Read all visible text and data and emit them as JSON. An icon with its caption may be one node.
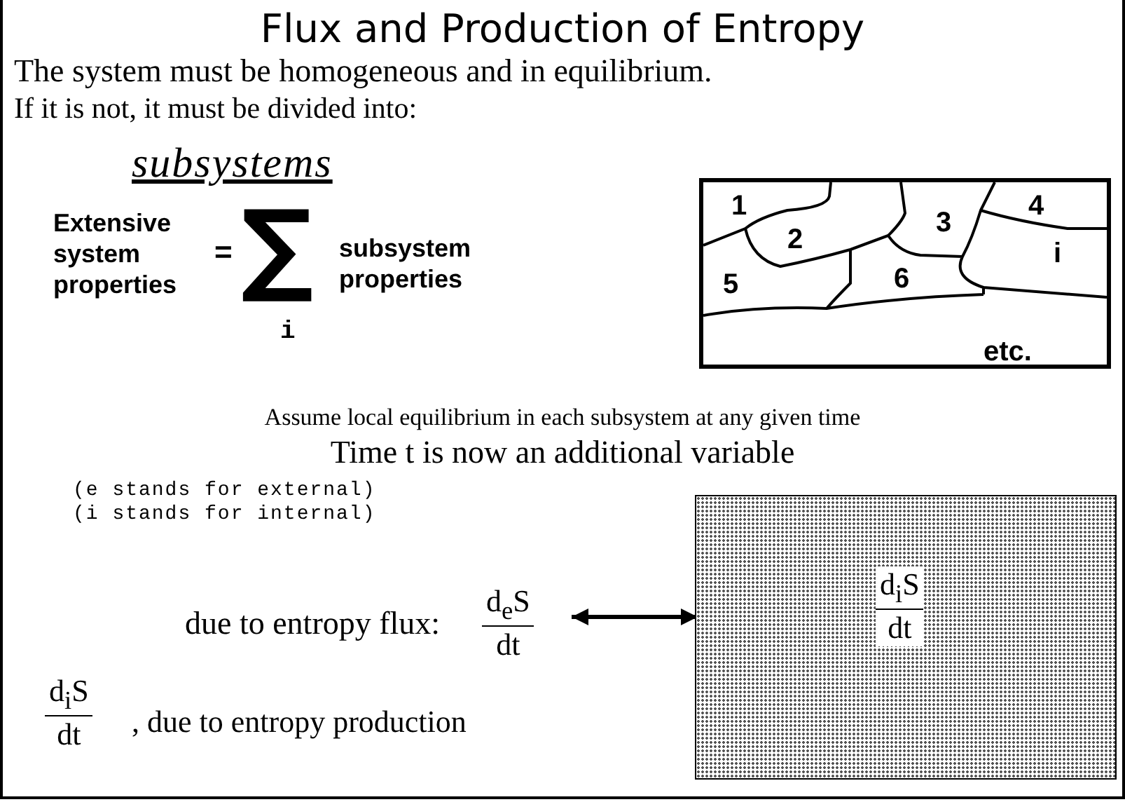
{
  "diagram": {
    "title": "Flux and Production of Entropy",
    "nodes": [
      {
        "text": [
          "1",
          "3",
          "4",
          "2",
          "i",
          "5",
          "6",
          "etc."
        ]
      },
      {
        "text": [
          "due to entropy flux:",
          "d$_{e}$S",
          "dt"
        ]
      },
      {
        "text": [
          "d$_{i}$S",
          "dt"
        ]
      }
    ],
    "edges": [
      {
        "from": 1,
        "to": 2,
        "arrow": "both"
      }
    ],
    "labels": [
      "The system must be homogeneous and in equilibrium.",
      "If it is not, it must be divided into:",
      "subsystems",
      "Extensive system properties",
      "=",
      "∑",
      "subsystem properties",
      "i",
      "Assume local equilibrium in each subsystem at any given time",
      "Time t is now an additional variable",
      "(e stands for external)",
      "(i stands for internal)",
      "d$_{i}$S",
      "dt",
      ", due to entropy production"
    ]
  }
}
